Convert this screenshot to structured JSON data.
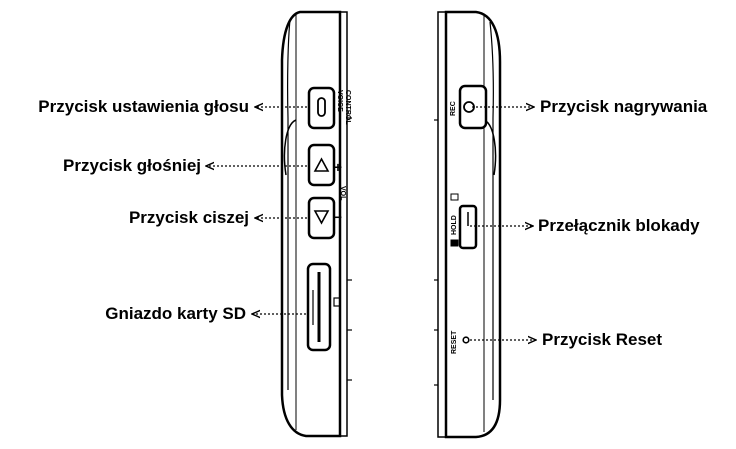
{
  "labels": {
    "voice_button": "Przycisk ustawienia głosu",
    "volume_up": "Przycisk głośniej",
    "volume_down": "Przycisk ciszej",
    "sd_slot": "Gniazdo karty SD",
    "record_button": "Przycisk nagrywania",
    "hold_switch": "Przełącznik blokady",
    "reset_button": "Przycisk Reset"
  },
  "device_text": {
    "voice_control_1": "VOICE",
    "voice_control_2": "CONTROL",
    "plus": "+",
    "minus": "−",
    "vol": "VOL",
    "rec": "REC",
    "hold": "HOLD",
    "reset": "RESET"
  }
}
